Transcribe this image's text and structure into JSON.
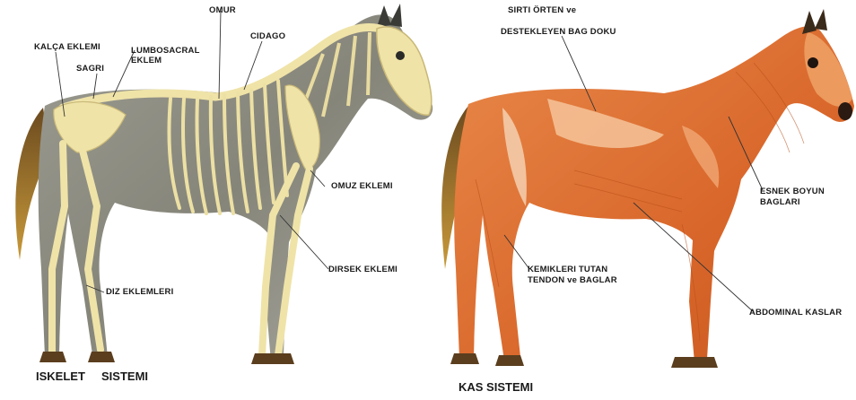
{
  "skeleton": {
    "caption_a": "ISKELET",
    "caption_b": "SISTEMI",
    "labels": {
      "omur": "OMUR",
      "cidago": "CIDAGO",
      "kalca_eklemi": "KALÇA EKLEMI",
      "lumbosacral_line1": "LUMBOSACRAL",
      "lumbosacral_line2": "EKLEM",
      "sagri": "SAGRI",
      "omuz_eklemi": "OMUZ EKLEMI",
      "dirsek_eklemi": "DIRSEK EKLEMI",
      "diz_eklemleri": "DIZ EKLEMLERI"
    }
  },
  "muscle": {
    "caption": "KAS SISTEMI",
    "labels": {
      "sirti_line1": "SIRTI ÖRTEN ve",
      "sirti_line2": "DESTEKLEYEN BAG DOKU",
      "esnek_line1": "ESNEK BOYUN",
      "esnek_line2": "BAGLARI",
      "kemikleri_line1": "KEMIKLERI TUTAN",
      "kemikleri_line2": "TENDON ve BAGLAR",
      "abdominal": "ABDOMINAL KASLAR"
    }
  },
  "colors": {
    "coat_gray": "#8f8f86",
    "bone": "#efe3a8",
    "muscle": "#e07a3a",
    "muscle_light": "#f4b889",
    "hoof": "#5a3e1e",
    "label_text": "#1a1a1a"
  }
}
